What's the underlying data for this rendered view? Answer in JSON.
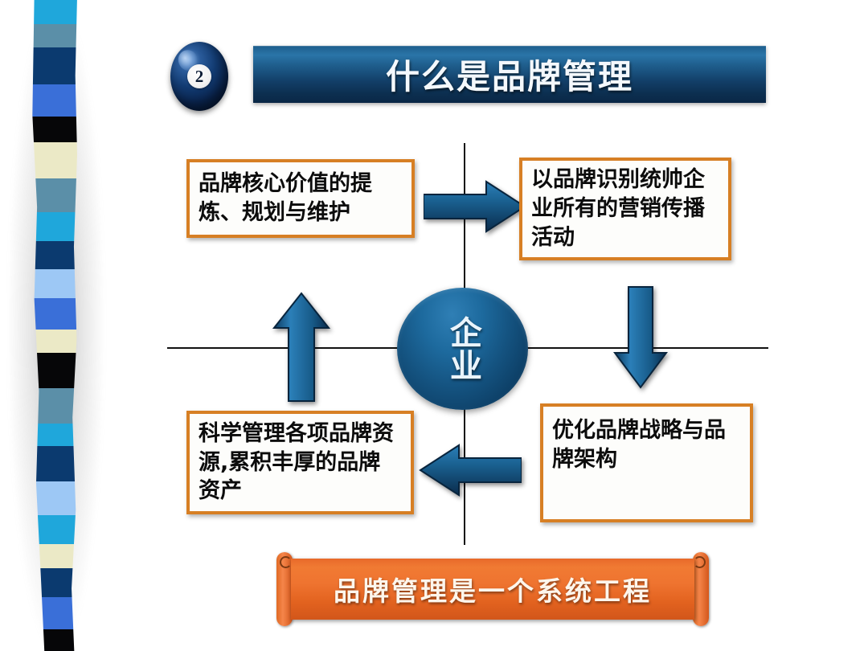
{
  "header": {
    "badge_number": "2",
    "title": "什么是品牌管理"
  },
  "diagram": {
    "hub_label": "企业",
    "boxes": [
      {
        "id": "top-left",
        "text": "品牌核心价值的提炼、规划与维护"
      },
      {
        "id": "top-right",
        "text": "以品牌识别统帅企业所有的营销传播活动"
      },
      {
        "id": "bottom-right",
        "text": "优化品牌战略与品牌架构"
      },
      {
        "id": "bottom-left",
        "text": "科学管理各项品牌资源,累积丰厚的品牌资产"
      }
    ],
    "arrows": [
      {
        "id": "arrow-right",
        "direction": "right"
      },
      {
        "id": "arrow-down",
        "direction": "down"
      },
      {
        "id": "arrow-left",
        "direction": "left"
      },
      {
        "id": "arrow-up",
        "direction": "up"
      }
    ]
  },
  "footer": {
    "banner_text": "品牌管理是一个系统工程"
  },
  "colors": {
    "title_bar_top": "#2a75a8",
    "title_bar_bottom": "#0a2746",
    "box_border": "#d77f24",
    "arrow_blue": "#14527f",
    "banner_orange": "#ef7430",
    "hub_blue": "#1d6a9e"
  },
  "ribbon": {
    "bands": [
      {
        "color": "#1fa7db",
        "h": 36
      },
      {
        "color": "#5b8fa8",
        "h": 30
      },
      {
        "color": "#0b3a6f",
        "h": 48
      },
      {
        "color": "#3a6fd8",
        "h": 42
      },
      {
        "color": "#060608",
        "h": 34
      },
      {
        "color": "#ebe9c6",
        "h": 47
      },
      {
        "color": "#5b8fa8",
        "h": 44
      },
      {
        "color": "#1fa7db",
        "h": 38
      },
      {
        "color": "#0b3a6f",
        "h": 37
      },
      {
        "color": "#9dc8f5",
        "h": 37
      },
      {
        "color": "#3a6fd8",
        "h": 41
      },
      {
        "color": "#ebe9c6",
        "h": 31
      },
      {
        "color": "#060608",
        "h": 46
      },
      {
        "color": "#5b8fa8",
        "h": 46
      },
      {
        "color": "#1fa7db",
        "h": 30
      },
      {
        "color": "#0b3a6f",
        "h": 46
      },
      {
        "color": "#9dc8f5",
        "h": 44
      },
      {
        "color": "#1fa7db",
        "h": 37
      },
      {
        "color": "#ebe9c6",
        "h": 32
      },
      {
        "color": "#0b3a6f",
        "h": 38
      },
      {
        "color": "#3a6fd8",
        "h": 42
      },
      {
        "color": "#060608",
        "h": 32
      }
    ]
  }
}
